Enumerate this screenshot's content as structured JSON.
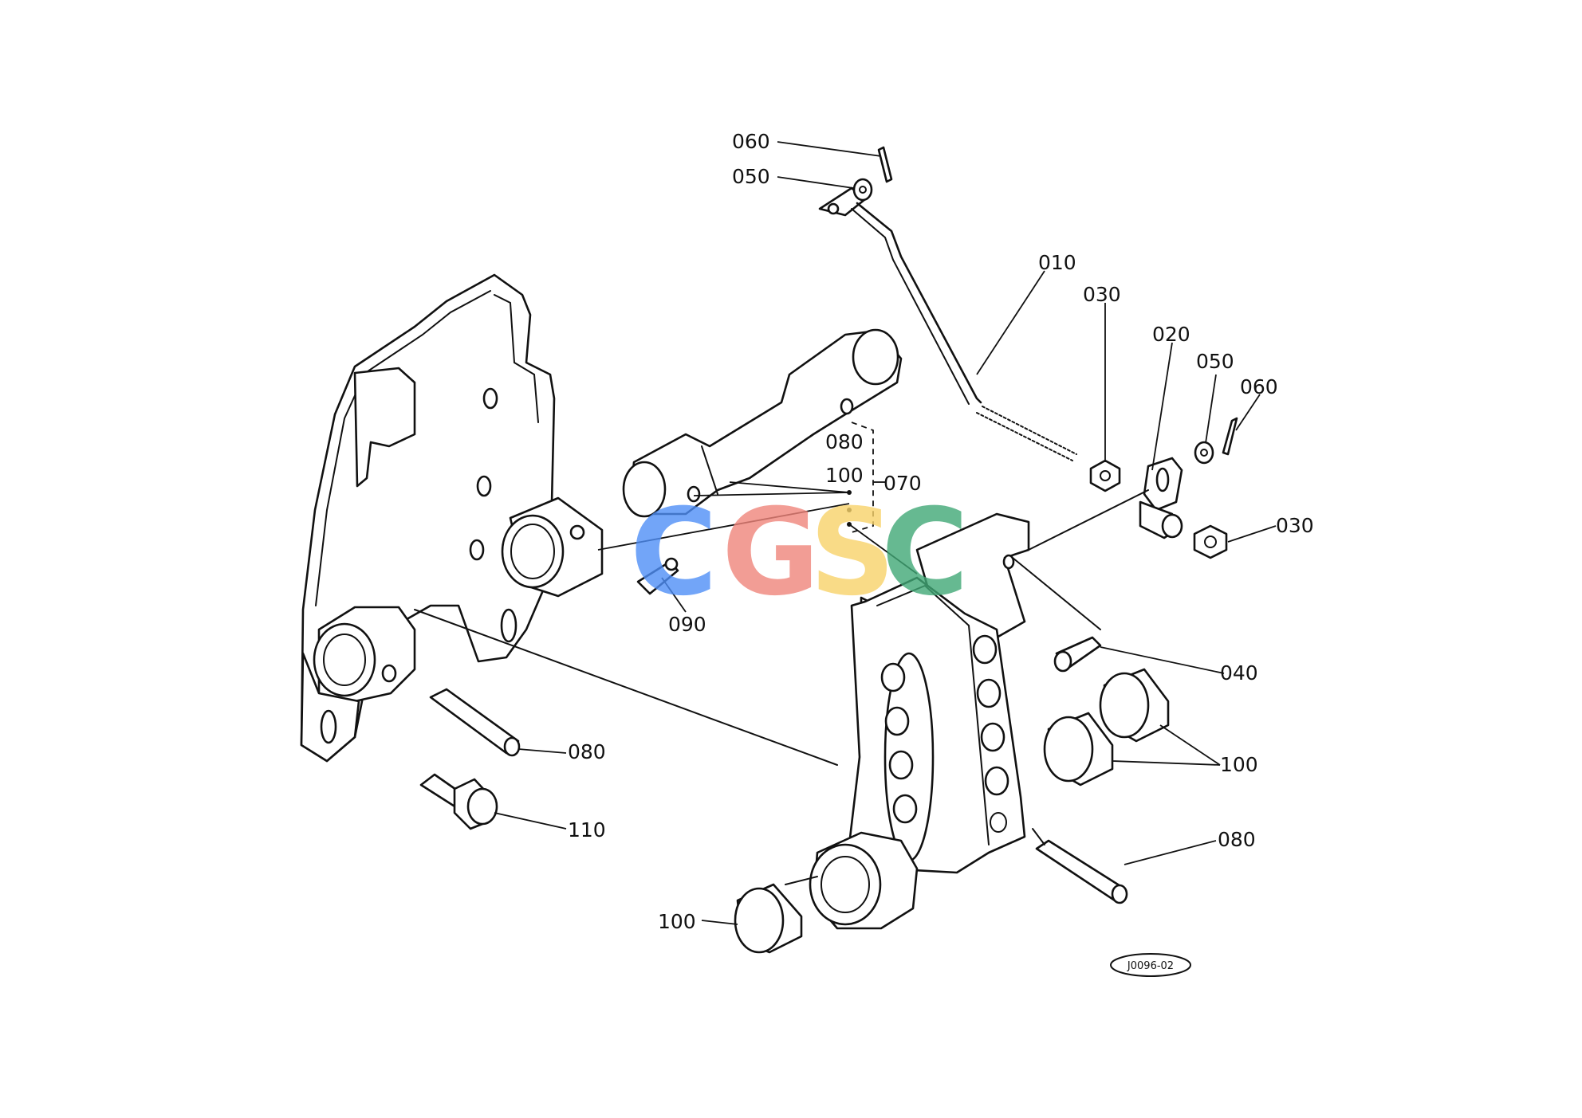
{
  "diagram": {
    "callouts": {
      "c060_top": "060",
      "c050_top": "050",
      "c010": "010",
      "c030_top": "030",
      "c020": "020",
      "c050_right": "050",
      "c060_right": "060",
      "c080_mid": "080",
      "c100_mid": "100",
      "c070": "070",
      "c030_right": "030",
      "c090": "090",
      "c040": "040",
      "c100_right": "100",
      "c080_left": "080",
      "c080_right": "080",
      "c110": "110",
      "c100_bottom": "100"
    },
    "reference_code": "J0096-02"
  },
  "watermark": {
    "letters": [
      "C",
      "G",
      "S",
      "C"
    ],
    "colors": [
      "#4f8ff7",
      "#f0857b",
      "#f8d36a",
      "#41a876"
    ]
  }
}
